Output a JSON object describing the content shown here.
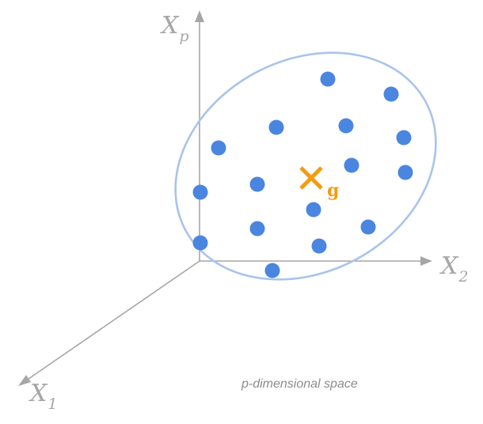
{
  "axes": {
    "x1": {
      "label": "X",
      "subscript": "1"
    },
    "x2": {
      "label": "X",
      "subscript": "2"
    },
    "xp": {
      "label": "X",
      "subscript": "p"
    }
  },
  "centroid": {
    "label": "g"
  },
  "caption": "p-dimensional space",
  "colors": {
    "axis": "#a6a6a6",
    "point": "#4a86e0",
    "ellipse": "#a9c4ea",
    "centroid": "#f39c12",
    "caption": "#8c8c8c"
  }
}
